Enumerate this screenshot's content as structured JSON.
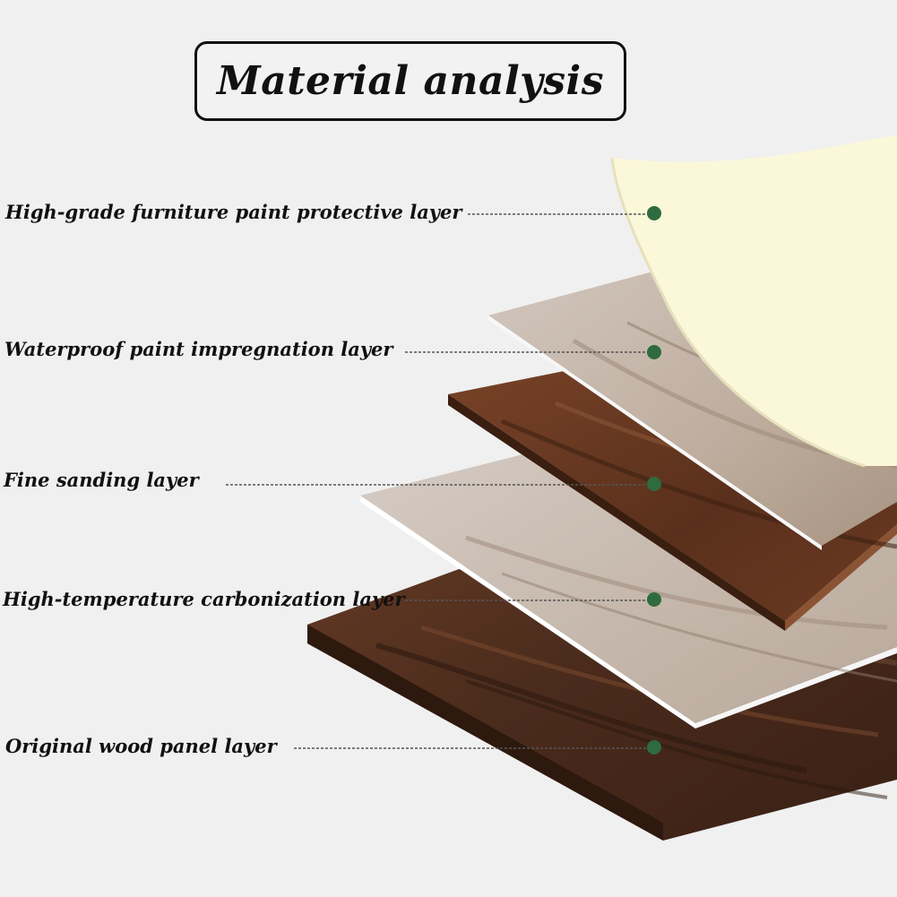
{
  "title": "Material analysis",
  "layers": [
    {
      "label": "High-grade furniture paint protective layer"
    },
    {
      "label": "Waterproof paint impregnation layer"
    },
    {
      "label": "Fine sanding layer"
    },
    {
      "label": "High-temperature carbonization layer"
    },
    {
      "label": "Original wood panel layer"
    }
  ],
  "colors": {
    "background": "#f0f0f0",
    "dark_walnut": "#4a2b1c",
    "medium_walnut": "#6b3a22",
    "light_oak": "#c9bcb1",
    "paint_cream": "#fbf7d9",
    "marker_green": "#2e6b3e",
    "leader_line": "#555555"
  }
}
